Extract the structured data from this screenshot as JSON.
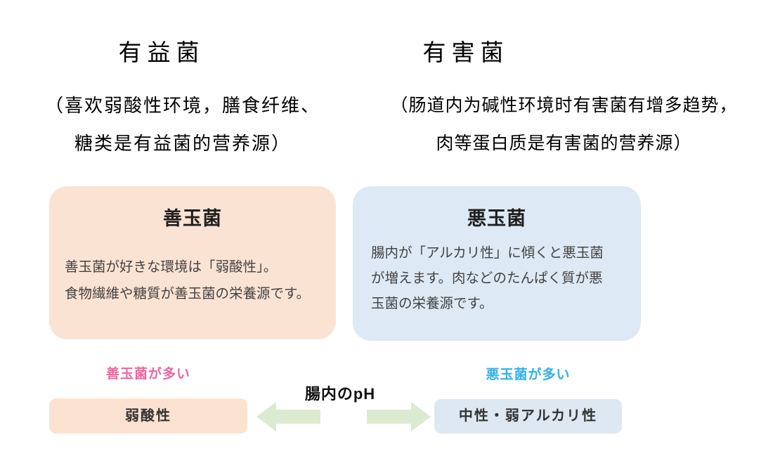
{
  "colors": {
    "good_card_bg": "#fbe3d4",
    "bad_card_bg": "#dde9f4",
    "good_box_bg": "#fbe2d0",
    "bad_box_bg": "#dde8f2",
    "arrow_green": "#dcead0",
    "good_label": "#ee66a0",
    "bad_label": "#2fb1e9"
  },
  "top": {
    "good": {
      "title": "有益菌",
      "note_line1": "（喜欢弱酸性环境，膳食纤维、",
      "note_line2": "糖类是有益菌的营养源）"
    },
    "bad": {
      "title": "有害菌",
      "note_line1": "（肠道内为碱性环境时有害菌有增多趋势，",
      "note_line2": "肉等蛋白质是有害菌的营养源）"
    }
  },
  "cards": {
    "good": {
      "title": "善玉菌",
      "body_line1": "善玉菌が好きな環境は「弱酸性」。",
      "body_line2": "食物繊維や糖質が善玉菌の栄養源です。"
    },
    "bad": {
      "title": "悪玉菌",
      "body_line1": "腸内が「アルカリ性」に傾くと悪玉菌",
      "body_line2": "が増えます。肉などのたんぱく質が悪",
      "body_line3": "玉菌の栄養源です。"
    }
  },
  "ph_scale": {
    "good_count_label": "善玉菌が多い",
    "bad_count_label": "悪玉菌が多い",
    "center_label": "腸内のpH",
    "good_box_label": "弱酸性",
    "bad_box_label": "中性・弱アルカリ性"
  }
}
